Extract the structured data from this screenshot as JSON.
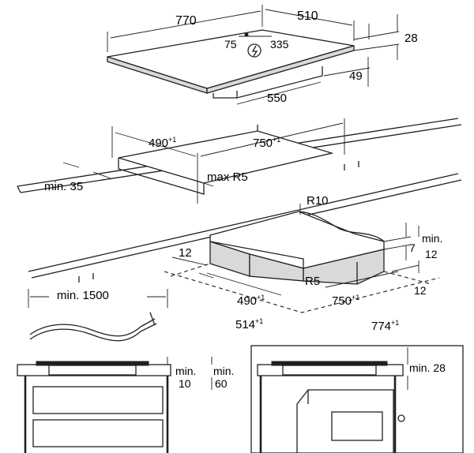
{
  "hob_dimensions": {
    "width": "770",
    "depth": "510",
    "offset_left": "75",
    "offset_depth": "335",
    "thickness": "28",
    "below_depth": "49",
    "bottom_width": "550"
  },
  "cutout_straight": {
    "depth": "490",
    "depth_tolerance": "+1",
    "width": "750",
    "width_tolerance": "+1",
    "edge_distance": "min. 35",
    "corner_radius": "max R5"
  },
  "cutout_corner": {
    "inner_radius": "R10",
    "outer_radius": "R5",
    "left_margin": "12",
    "right_margin": "12",
    "front_margin": "12",
    "step": "7",
    "step_min": "min.",
    "depth": "490",
    "depth_tolerance": "+1",
    "width": "750",
    "width_tolerance": "+1",
    "outer_depth": "514",
    "outer_depth_tolerance": "+1",
    "outer_width": "774",
    "outer_width_tolerance": "+1"
  },
  "cable": {
    "length": "min. 1500"
  },
  "side_view_left": {
    "clearance_a": "min.",
    "clearance_a_value": "10",
    "clearance_b": "min.",
    "clearance_b_value": "60"
  },
  "side_view_right": {
    "clearance": "min. 28"
  }
}
